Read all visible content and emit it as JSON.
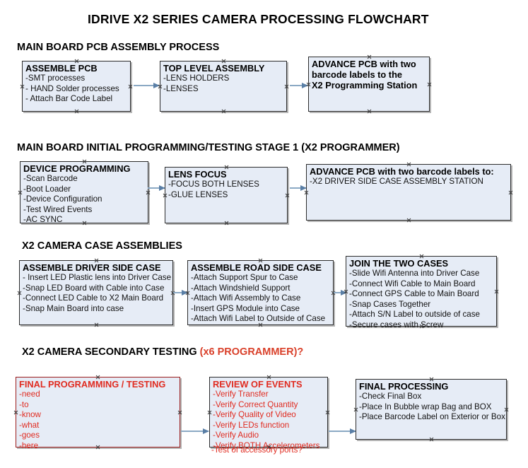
{
  "document": {
    "title": "IDRIVE X2  SERIES CAMERA PROCESSING FLOWCHART"
  },
  "colors": {
    "node_fill": "#e6ecf6",
    "node_border": "#2c2c2c",
    "red_accent": "#e02b20",
    "connector": "#8ba9c4"
  },
  "sections": [
    {
      "heading": "MAIN BOARD PCB ASSEMBLY PROCESS",
      "heading_accent": "",
      "nodes": [
        {
          "title": "ASSEMBLE PCB",
          "items": [
            "-SMT processes",
            "- HAND Solder processes",
            "- Attach Bar Code Label"
          ]
        },
        {
          "title": "TOP LEVEL ASSEMBLY",
          "items": [
            "-LENS HOLDERS",
            "-LENSES"
          ]
        },
        {
          "title": "ADVANCE PCB with two",
          "items": [
            "barcode labels to the",
            " X2 Programming Station"
          ]
        }
      ]
    },
    {
      "heading": "MAIN BOARD INITIAL PROGRAMMING/TESTING STAGE 1 (X2 PROGRAMMER)",
      "heading_accent": "",
      "nodes": [
        {
          "title": "DEVICE PROGRAMMING",
          "items": [
            "-Scan Barcode",
            "-Boot Loader",
            "-Device Configuration",
            "-Test Wired Events",
            "-AC SYNC"
          ]
        },
        {
          "title": "LENS FOCUS",
          "items": [
            "-FOCUS BOTH LENSES",
            "-GLUE LENSES"
          ]
        },
        {
          "title": "ADVANCE PCB with two barcode labels to:",
          "items": [
            "-X2 DRIVER  SIDE  CASE  ASSEMBLY STATION"
          ]
        }
      ]
    },
    {
      "heading": "X2 CAMERA CASE ASSEMBLIES",
      "heading_accent": "",
      "nodes": [
        {
          "title": "ASSEMBLE DRIVER SIDE CASE",
          "items": [
            "- Insert LED Plastic lens into Driver Case",
            "-Snap LED Board with Cable into Case",
            "-Connect LED Cable to X2 Main Board",
            "-Snap Main Board into case"
          ]
        },
        {
          "title": "ASSEMBLE ROAD SIDE CASE",
          "items": [
            "-Attach Support Spur to Case",
            "-Attach Windshield Support",
            "-Attach Wifi Assembly to Case",
            "-Insert GPS Module into Case",
            "-Attach Wifi Label to Outside of Case"
          ]
        },
        {
          "title": "JOIN THE TWO CASES",
          "items": [
            "-Slide Wifi Antenna into Driver Case",
            "-Connect Wifi Cable to Main Board",
            "-Connect GPS Cable to Main Board",
            "-Snap Cases Together",
            "-Attach S/N Label to outside of case",
            "-Secure cases with Screw"
          ]
        }
      ]
    },
    {
      "heading": "X2 CAMERA SECONDARY TESTING ",
      "heading_accent": "(x6 PROGRAMMER)?",
      "nodes": [
        {
          "title": "FINAL PROGRAMMING / TESTING",
          "items": [
            "-need",
            "-to",
            "-know",
            "-what",
            "-goes",
            "-here"
          ]
        },
        {
          "title": "REVIEW OF EVENTS",
          "items": [
            "-Verify Transfer",
            "-Verify Correct Quantity",
            "-Verify Quality of Video",
            "-Verify LEDs function",
            "-Verify Audio",
            "-Verify BOTH Accelerometers"
          ],
          "overflow_item": "-Test of accessory ports?"
        },
        {
          "title": "FINAL PROCESSING",
          "items": [
            " -Check Final Box",
            "-Place In Bubble wrap Bag and BOX",
            "-Place Barcode Label on Exterior or Box"
          ]
        }
      ]
    }
  ]
}
